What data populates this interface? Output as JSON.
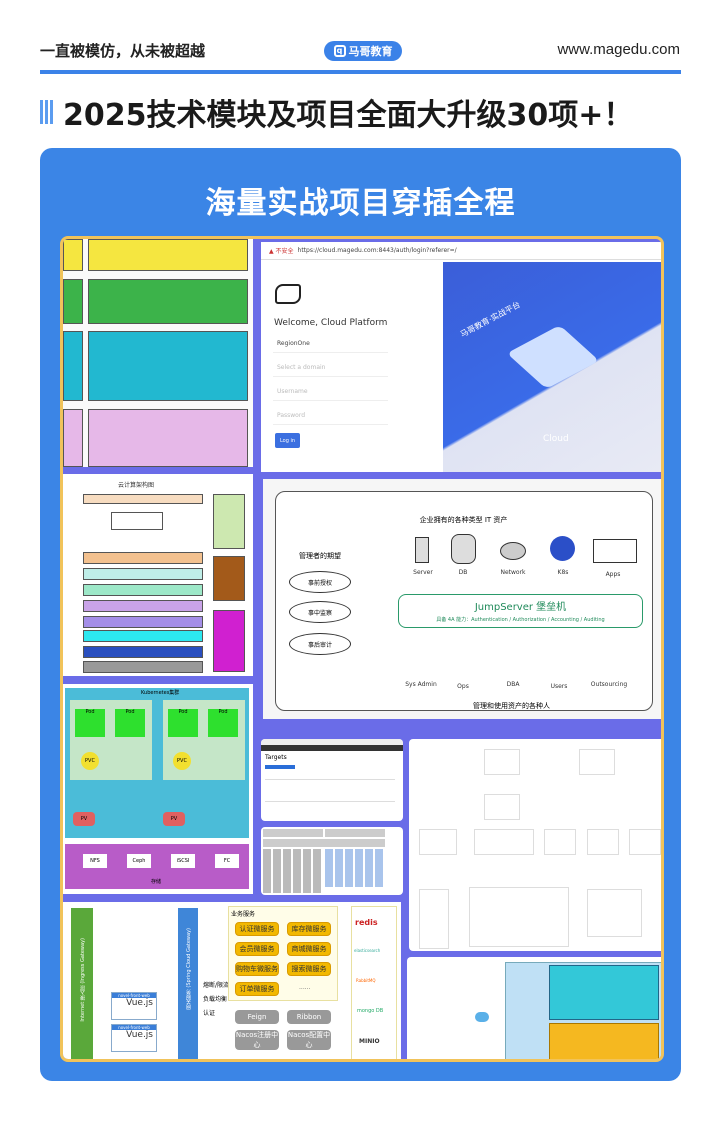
{
  "header": {
    "slogan": "一直被模仿，从未被超越",
    "brand": "马哥教育",
    "site": "www.magedu.com"
  },
  "headline": "2025技术模块及项目全面大升级30项+！",
  "card": {
    "title": "海量实战项目穿插全程"
  },
  "login": {
    "warning": "▲ 不安全",
    "url": "https://cloud.magedu.com:8443/auth/login?referer=/",
    "welcome": "Welcome, Cloud Platform",
    "region": "RegionOne",
    "domain_placeholder": "Select a domain",
    "username_placeholder": "Username",
    "password_placeholder": "Password",
    "login_button": "Log in",
    "banner": "马哥教育·实战平台",
    "banner_brand": "Cloud"
  },
  "design": {
    "title": "云计算架构图"
  },
  "jumpserver": {
    "assets_title": "企业拥有的各种类型 IT 资产",
    "assets": [
      "Server",
      "DB",
      "Network",
      "K8s",
      "Apps"
    ],
    "expect_title": "管理者的期望",
    "expects": [
      "事前授权",
      "事中监察",
      "事后审计"
    ],
    "name": "JumpServer 堡垒机",
    "abilities": "具备 4A 能力：Authentication / Authorization / Accounting / Auditing",
    "people": [
      "Sys Admin",
      "Ops",
      "DBA",
      "Users",
      "Outsourcing"
    ],
    "people_title": "管理和使用资产的各种人"
  },
  "k8s": {
    "title": "Kubernetes集群",
    "nodes": [
      "Pod",
      "Pod",
      "Pod",
      "Pod"
    ],
    "pvc": "PVC",
    "pv": "PV",
    "storage": [
      "NFS",
      "Ceph",
      "iSCSI",
      "FC"
    ],
    "storage_label": "存储"
  },
  "targets": {
    "title": "Targets"
  },
  "micro": {
    "gateway": "Internet 接入层 (Ingress Gateway)",
    "vue": "Vue.js",
    "web": "novel-front-web",
    "gateway2": "网关服务 (Spring Cloud Gateway)",
    "routing": [
      "熔断/限流",
      "负载均衡",
      "认证"
    ],
    "biz_title": "业务服务",
    "services": [
      "认证微服务",
      "库存微服务",
      "会员微服务",
      "商城微服务",
      "购物车微服务",
      "搜索微服务",
      "订单微服务",
      "......"
    ],
    "infra": [
      "Feign",
      "Ribbon",
      "Nacos注册中心",
      "Nacos配置中心"
    ],
    "stores": [
      "redis",
      "elasticsearch",
      "RabbitMQ",
      "mongo DB",
      "MINIO"
    ]
  }
}
